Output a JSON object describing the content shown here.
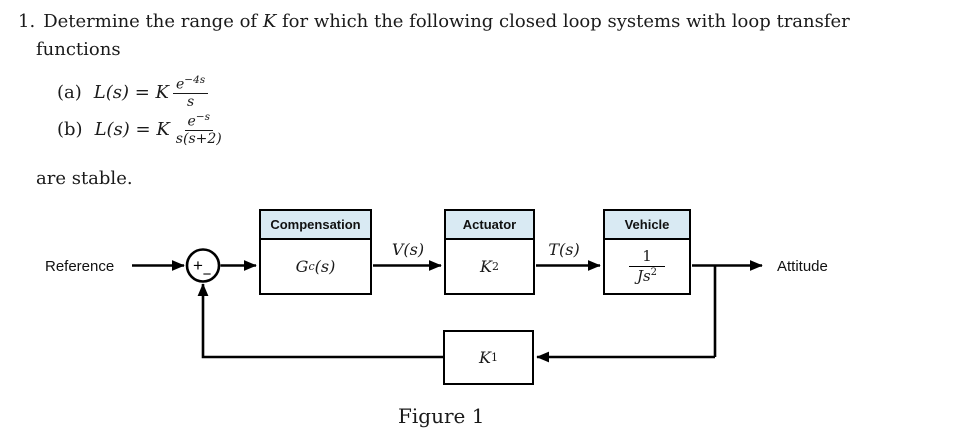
{
  "problem": {
    "number": "1.",
    "statement_part1": "Determine the range of",
    "statement_math": "K",
    "statement_part2": "for which the following closed loop systems with loop transfer",
    "statement_line2": "functions",
    "items": [
      {
        "label": "(a)",
        "lhs": "L(s) = K",
        "num_base": "e",
        "num_exp": "−4s",
        "den": "s"
      },
      {
        "label": "(b)",
        "lhs": "L(s) = K",
        "num_base": "e",
        "num_exp": "−s",
        "den": "s(s+2)"
      }
    ],
    "closing": "are stable."
  },
  "diagram": {
    "input_label": "Reference",
    "output_label": "Attitude",
    "sum_plus": "+",
    "sum_minus": "−",
    "signal_v": "V(s)",
    "signal_t": "T(s)",
    "blocks": {
      "compensation": {
        "header": "Compensation",
        "math_base": "G",
        "math_sub": "c",
        "math_rest": "(s)"
      },
      "actuator": {
        "header": "Actuator",
        "math_base": "K",
        "math_sub": "2"
      },
      "vehicle": {
        "header": "Vehicle",
        "frac_num": "1",
        "frac_den": "Js",
        "frac_den_sup": "2"
      }
    },
    "feedback": {
      "math_base": "K",
      "math_sub": "1"
    },
    "colors": {
      "block_header_bg": "#d9eaf3",
      "line": "#000000",
      "block_border": "#000000"
    }
  },
  "caption": "Figure 1"
}
